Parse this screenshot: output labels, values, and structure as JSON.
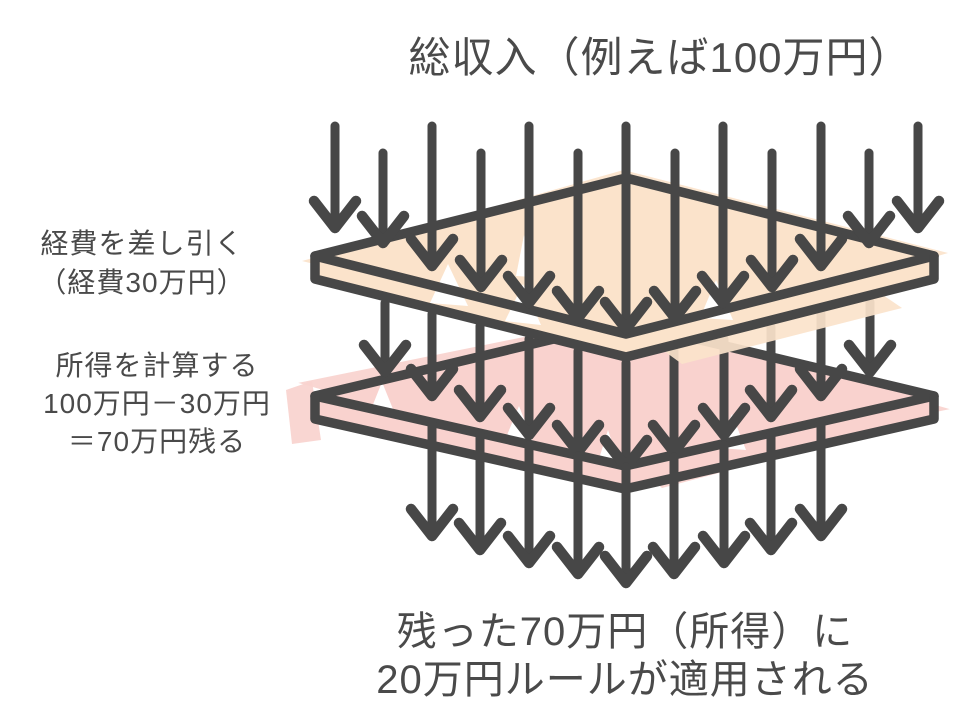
{
  "title": "総収入（例えば100万円）",
  "labels": {
    "step1": {
      "lines": [
        "経費を差し引く",
        "（経費30万円）"
      ]
    },
    "step2": {
      "lines": [
        "所得を計算する",
        "100万円－30万円",
        "＝70万円残る"
      ]
    }
  },
  "caption": {
    "lines": [
      "残った70万円（所得）に",
      "20万円ルールが適用される"
    ]
  },
  "colors": {
    "ink": "#474747",
    "text": "#4a4a4a",
    "expense_plate_fill": "#fbe3cb",
    "income_plate_fill": "#f9d2ce",
    "background": "#ffffff"
  },
  "figure": {
    "arrow_style": {
      "head_half_width": 21,
      "head_height": 27,
      "shaft_gap": 8
    },
    "arrow_groups": [
      {
        "name": "gross-income-arrows",
        "arrows": [
          [
            335,
            126,
            228
          ],
          [
            383,
            153,
            243
          ],
          [
            432,
            126,
            266
          ],
          [
            481,
            153,
            287
          ],
          [
            529,
            126,
            303
          ],
          [
            578,
            153,
            318
          ],
          [
            626,
            126,
            329
          ],
          [
            675,
            153,
            318
          ],
          [
            723,
            126,
            303
          ],
          [
            772,
            153,
            287
          ],
          [
            821,
            126,
            266
          ],
          [
            869,
            153,
            243
          ],
          [
            918,
            126,
            228
          ]
        ]
      },
      {
        "name": "after-expense-arrows",
        "arrows": [
          [
            385,
            303,
            372
          ],
          [
            432,
            314,
            396
          ],
          [
            480,
            326,
            417
          ],
          [
            529,
            339,
            435
          ],
          [
            578,
            351,
            452
          ],
          [
            626,
            363,
            467
          ],
          [
            674,
            351,
            452
          ],
          [
            724,
            339,
            435
          ],
          [
            771,
            327,
            417
          ],
          [
            821,
            314,
            396
          ],
          [
            870,
            302,
            372
          ]
        ]
      },
      {
        "name": "net-income-arrows",
        "arrows": [
          [
            432,
            423,
            536
          ],
          [
            480,
            434,
            550
          ],
          [
            529,
            445,
            563
          ],
          [
            578,
            456,
            574
          ],
          [
            626,
            467,
            583
          ],
          [
            674,
            457,
            574
          ],
          [
            724,
            445,
            563
          ],
          [
            771,
            434,
            550
          ],
          [
            821,
            423,
            536
          ]
        ]
      }
    ]
  }
}
